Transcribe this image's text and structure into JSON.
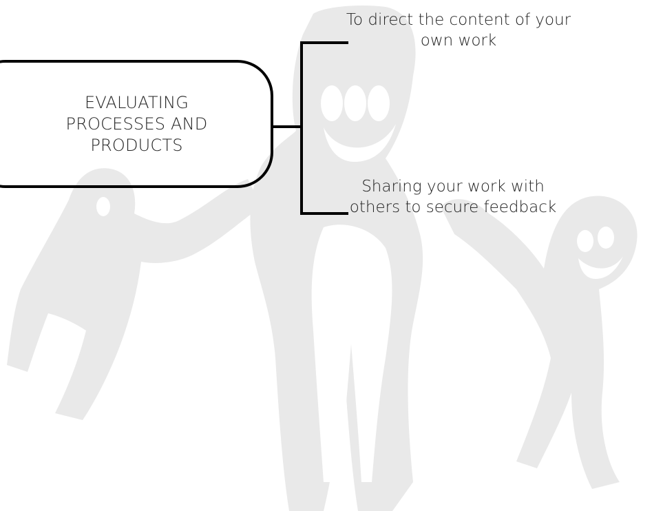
{
  "diagram": {
    "root": {
      "label": "EVALUATING PROCESSES AND PRODUCTS"
    },
    "branches": [
      {
        "label": "To direct the content of your own work"
      },
      {
        "label": "Sharing your work with others to secure feedback"
      }
    ],
    "colors": {
      "line": "#000000",
      "text": "#222222",
      "watermark": "#e9e9e9",
      "background": "#ffffff"
    },
    "background_watermark": "childlike-figures-drawing"
  }
}
